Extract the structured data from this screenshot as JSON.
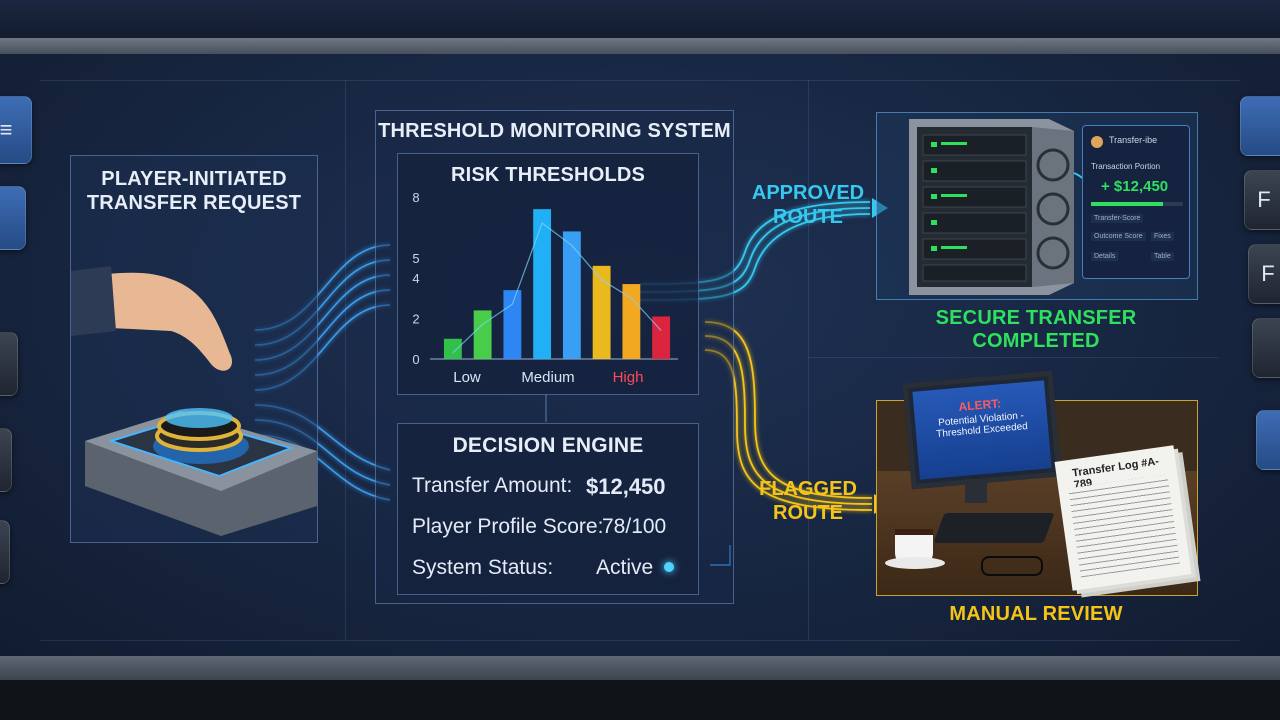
{
  "request_panel": {
    "title_line1": "PLAYER-INITIATED",
    "title_line2": "TRANSFER REQUEST"
  },
  "monitoring": {
    "title": "THRESHOLD MONITORING SYSTEM",
    "chart_title": "RISK THRESHOLDS"
  },
  "chart_data": {
    "type": "bar",
    "title": "RISK THRESHOLDS",
    "y_ticks": [
      "0",
      "2",
      "4",
      "5",
      "8"
    ],
    "ylim": [
      0,
      8
    ],
    "x_labels": [
      "Low",
      "Medium",
      "High"
    ],
    "values": [
      1.0,
      2.4,
      3.4,
      7.4,
      6.3,
      4.6,
      3.7,
      2.1
    ],
    "bar_colors": [
      "#33c94a",
      "#4cd64a",
      "#2f8cff",
      "#22b8ff",
      "#3aa7ff",
      "#f5c21c",
      "#ffb020",
      "#e8253f"
    ],
    "high_label_color": "#ff4a5a",
    "grid": false,
    "legend": "none"
  },
  "decision_engine": {
    "title": "DECISION ENGINE",
    "amount_label": "Transfer Amount:",
    "amount_value": "$12,450",
    "score_label": "Player Profile Score:",
    "score_value": "78/100",
    "status_label": "System Status:",
    "status_value": "Active"
  },
  "approved": {
    "line1": "APPROVED",
    "line2": "ROUTE",
    "color": "#35c8f0"
  },
  "flagged": {
    "line1": "FLAGGED",
    "line2": "ROUTE",
    "color": "#f5c418"
  },
  "server_card": {
    "header": "Transfer-ibe",
    "subtitle": "Transaction Portion",
    "amount": "+ $12,450",
    "rows": [
      "Transfer-Score",
      "Outcome Score",
      "Fixes",
      "Details",
      "Table"
    ]
  },
  "secure": {
    "line1": "SECURE TRANSFER",
    "line2": "COMPLETED",
    "color": "#2ee05e"
  },
  "alert": {
    "line1": "ALERT:",
    "line2": "Potential Violation -",
    "line3": "Threshold Exceeded"
  },
  "log_title": "Transfer Log #A-789",
  "manual_review": {
    "label": "MANUAL REVIEW",
    "color": "#f5c418"
  },
  "side_buttons": {
    "left_top": "≡",
    "right_1": "F",
    "right_2": "F"
  },
  "colors": {
    "panel_border": "#82aae6",
    "accent_blue": "#35c8f0",
    "accent_yellow": "#f5c418",
    "accent_green": "#2ee05e"
  }
}
